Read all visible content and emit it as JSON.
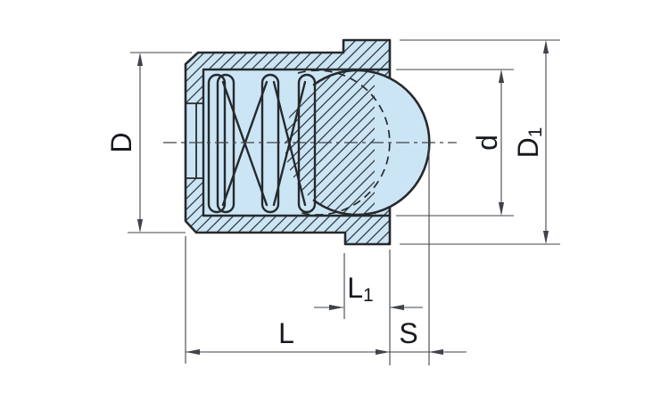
{
  "drawing": {
    "kind": "spring-plunger-ball-section",
    "colors": {
      "background": "#ffffff",
      "part_fill": "#cbe5f5",
      "outline": "#26292d",
      "hatch": "#33373c",
      "dimension_lines": "#3f444a",
      "label_text": "#16191f"
    },
    "dimensions": {
      "body_diameter": "D",
      "ball_diameter": "d",
      "flange_diameter_base": "D",
      "flange_diameter_sub": "1",
      "total_length": "L",
      "flange_length_base": "L",
      "flange_length_sub": "1",
      "stroke": "S"
    }
  }
}
